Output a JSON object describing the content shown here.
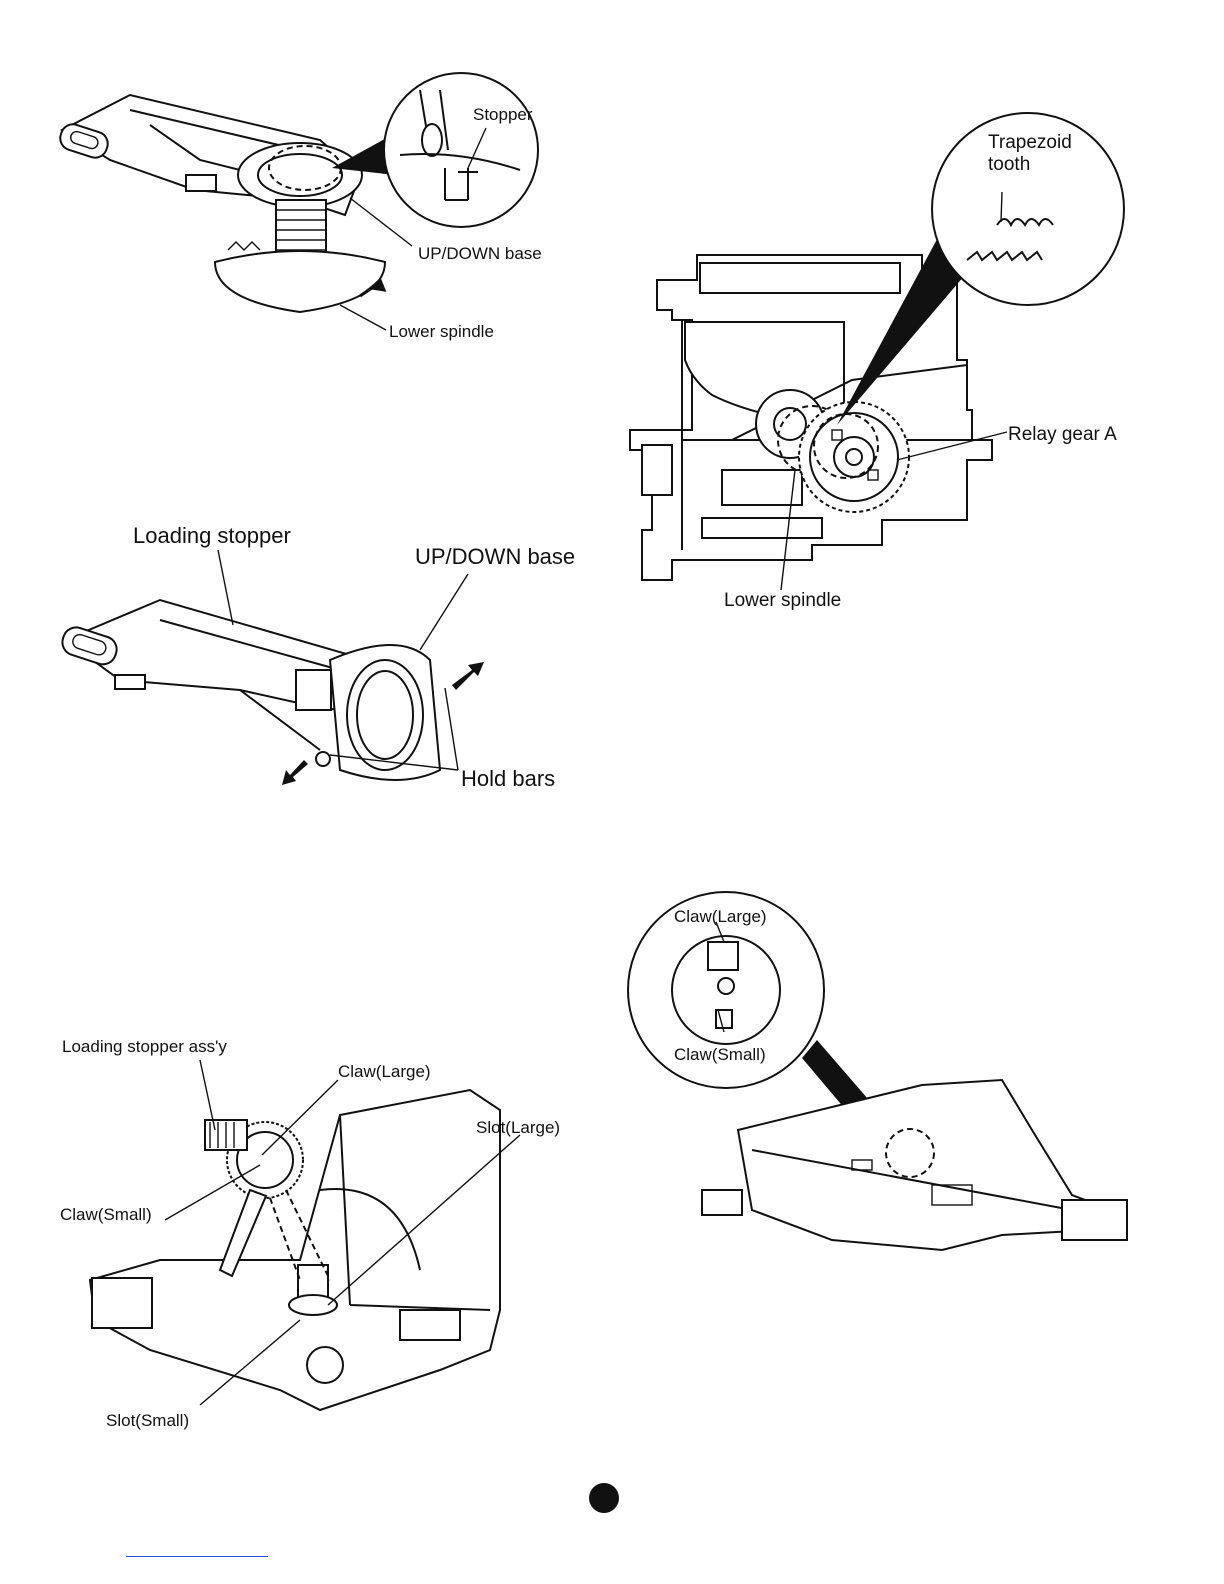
{
  "fig1": {
    "stopper": "Stopper",
    "updown_base": "UP/DOWN base",
    "lower_spindle": "Lower spindle"
  },
  "fig2": {
    "trapezoid_line1": "Trapezoid",
    "trapezoid_line2": "tooth",
    "relay_gear": "Relay gear A",
    "lower_spindle": "Lower spindle"
  },
  "fig3": {
    "loading_stopper": "Loading stopper",
    "updown_base": "UP/DOWN base",
    "hold_bars": "Hold bars"
  },
  "fig4": {
    "loading_stopper_assy": "Loading stopper ass'y",
    "claw_large": "Claw(Large)",
    "slot_large": "Slot(Large)",
    "claw_small": "Claw(Small)",
    "slot_small": "Slot(Small)"
  },
  "fig5": {
    "claw_large": "Claw(Large)",
    "claw_small": "Claw(Small)"
  }
}
